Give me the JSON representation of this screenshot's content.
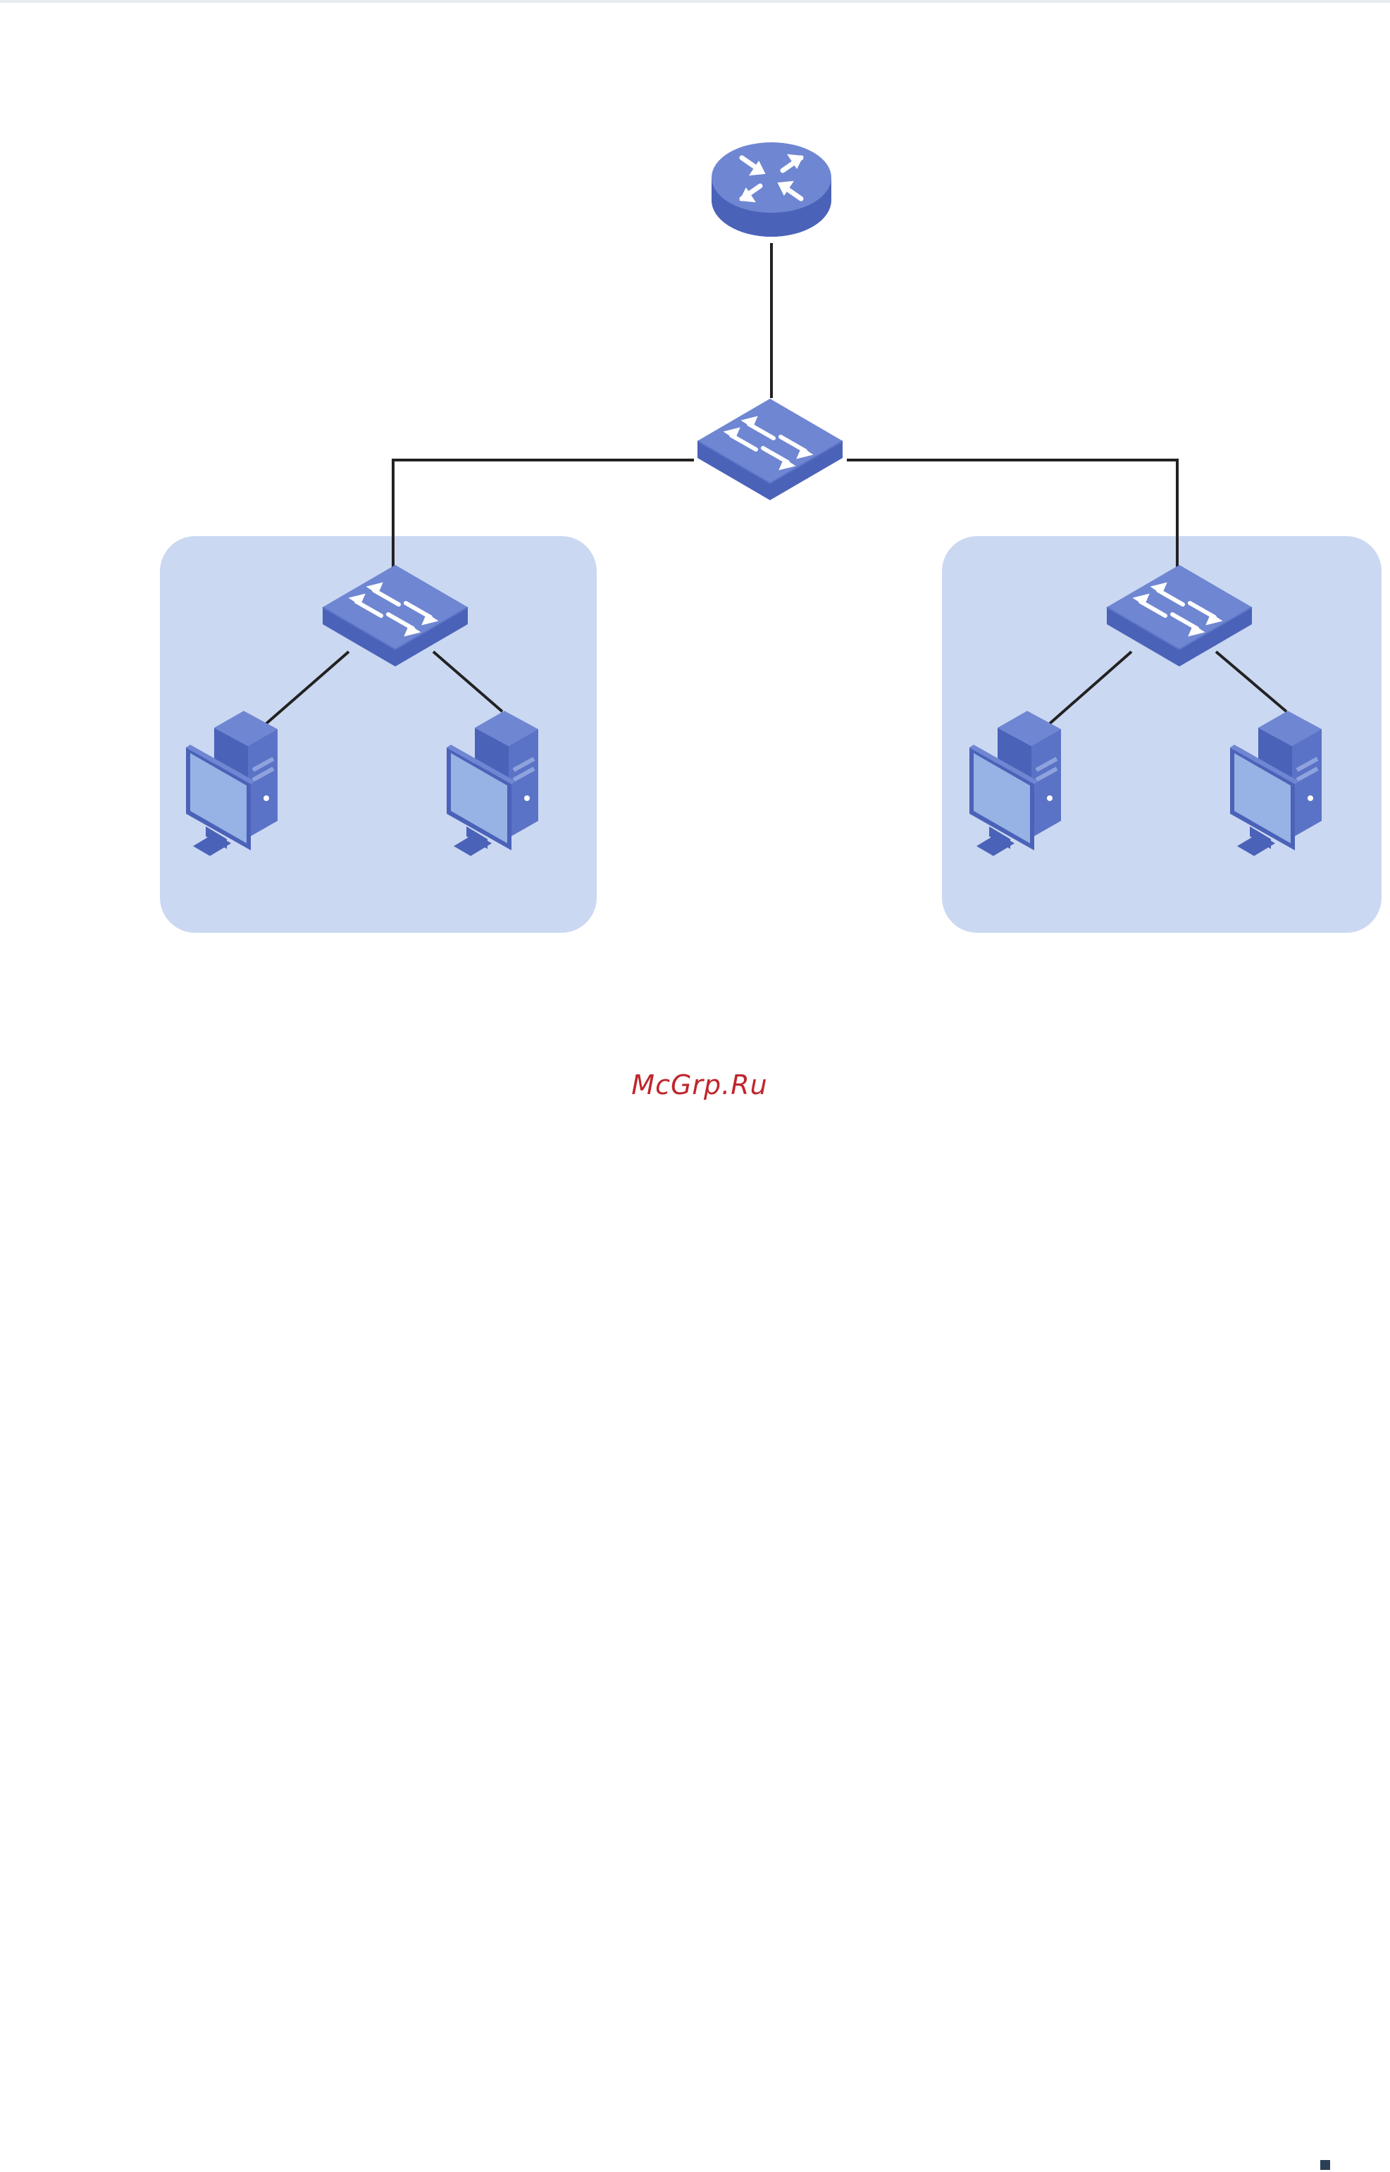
{
  "diagram": {
    "watermark": "McGrp.Ru",
    "nodes": [
      {
        "id": "router",
        "kind": "router-icon"
      },
      {
        "id": "core-switch",
        "kind": "switch-icon"
      },
      {
        "id": "left-switch",
        "kind": "switch-icon"
      },
      {
        "id": "right-switch",
        "kind": "switch-icon"
      },
      {
        "id": "left-pc-1",
        "kind": "computer-icon"
      },
      {
        "id": "left-pc-2",
        "kind": "computer-icon"
      },
      {
        "id": "right-pc-1",
        "kind": "computer-icon"
      },
      {
        "id": "right-pc-2",
        "kind": "computer-icon"
      }
    ],
    "links": [
      [
        "router",
        "core-switch"
      ],
      [
        "core-switch",
        "left-switch"
      ],
      [
        "core-switch",
        "right-switch"
      ],
      [
        "left-switch",
        "left-pc-1"
      ],
      [
        "left-switch",
        "left-pc-2"
      ],
      [
        "right-switch",
        "right-pc-1"
      ],
      [
        "right-switch",
        "right-pc-2"
      ]
    ],
    "groups": [
      {
        "id": "left-group",
        "members": [
          "left-switch",
          "left-pc-1",
          "left-pc-2"
        ]
      },
      {
        "id": "right-group",
        "members": [
          "right-switch",
          "right-pc-1",
          "right-pc-2"
        ]
      }
    ],
    "colors": {
      "device_top": "#6f86d2",
      "device_side": "#4a62b8",
      "group_fill": "#cbd8f2",
      "screen": "#97b2e4",
      "link": "#222222",
      "watermark": "#c0252c"
    }
  }
}
